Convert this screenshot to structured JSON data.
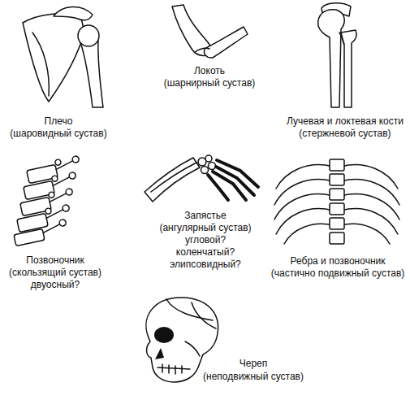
{
  "diagram": {
    "labels": [
      "Плечо",
      "(шаровидный сустав)",
      "Локоть",
      "(шарнирный сустав)",
      "Лучевая и локтевая кости",
      "(стержневой сустав)",
      "Запястье",
      "(ангулярный сустав)",
      "угловой?",
      "коленчатый?",
      "элипсовидный?",
      "Позвоночник",
      "(скользящий сустав)",
      "двуосный?",
      "Ребра и позвоночник",
      "(частично подвижный сустав)",
      "Череп",
      "(неподвижный сустав)"
    ]
  }
}
